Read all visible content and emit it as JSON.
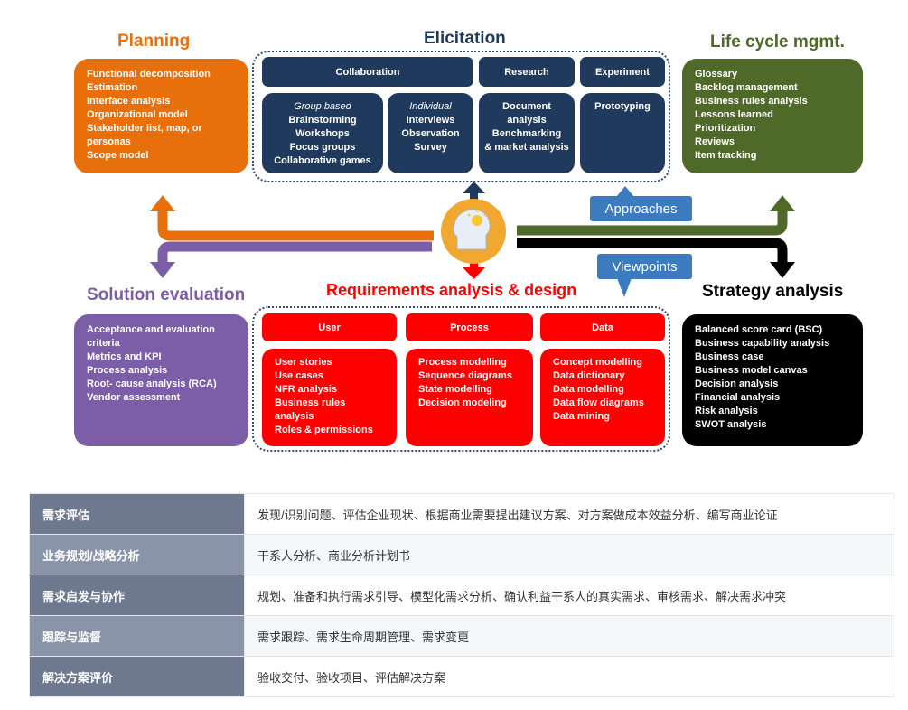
{
  "colors": {
    "planning": "#e8700c",
    "lifecycle": "#4f6a28",
    "solution": "#7b5ea7",
    "strategy": "#000000",
    "elicitation": "#1f3a5c",
    "requirements": "#ff0000",
    "callout": "#3d7bc1"
  },
  "planning": {
    "title": "Planning",
    "items": [
      "Functional decomposition",
      "Estimation",
      "Interface analysis",
      "Organizational model",
      "Stakeholder list, map, or personas",
      "Scope model"
    ]
  },
  "lifecycle": {
    "title": "Life cycle mgmt.",
    "items": [
      "Glossary",
      "Backlog management",
      "Business rules analysis",
      "Lessons learned",
      "Prioritization",
      "Reviews",
      "Item tracking"
    ]
  },
  "solution": {
    "title": "Solution evaluation",
    "items": [
      "Acceptance and evaluation criteria",
      "Metrics and KPI",
      "Process analysis",
      "Root- cause analysis (RCA)",
      "Vendor assessment"
    ]
  },
  "strategy": {
    "title": "Strategy analysis",
    "items": [
      "Balanced score card (BSC)",
      "Business capability analysis",
      "Business case",
      "Business model canvas",
      "Decision analysis",
      "Financial analysis",
      "Risk analysis",
      "SWOT analysis"
    ]
  },
  "elicitation": {
    "title": "Elicitation",
    "headers": [
      "Collaboration",
      "Research",
      "Experiment"
    ],
    "group_based": {
      "label": "Group based",
      "items": [
        "Brainstorming",
        "Workshops",
        "Focus groups",
        "Collaborative games"
      ]
    },
    "individual": {
      "label": "Individual",
      "items": [
        "Interviews",
        "Observation",
        "Survey"
      ]
    },
    "research": [
      "Document analysis",
      "Benchmarking",
      "& market analysis"
    ],
    "experiment": [
      "Prototyping"
    ]
  },
  "requirements": {
    "title": "Requirements analysis & design",
    "headers": [
      "User",
      "Process",
      "Data"
    ],
    "user": [
      "User stories",
      "Use cases",
      "NFR analysis",
      "Business rules analysis",
      "Roles & permissions"
    ],
    "process": [
      "Process modelling",
      "Sequence diagrams",
      "State modelling",
      "Decision modeling"
    ],
    "data": [
      "Concept modelling",
      "Data dictionary",
      "Data modelling",
      "Data flow diagrams",
      "Data mining"
    ]
  },
  "callouts": {
    "approaches": "Approaches",
    "viewpoints": "Viewpoints"
  },
  "table": [
    {
      "key": "需求评估",
      "value": "发现/识别问题、评估企业现状、根据商业需要提出建议方案、对方案做成本效益分析、编写商业论证"
    },
    {
      "key": "业务规划/战略分析",
      "value": "干系人分析、商业分析计划书"
    },
    {
      "key": "需求启发与协作",
      "value": "规划、准备和执行需求引导、模型化需求分析、确认利益干系人的真实需求、审核需求、解决需求冲突"
    },
    {
      "key": "跟踪与监督",
      "value": "需求跟踪、需求生命周期管理、需求变更"
    },
    {
      "key": "解决方案评价",
      "value": "验收交付、验收项目、评估解决方案"
    }
  ]
}
